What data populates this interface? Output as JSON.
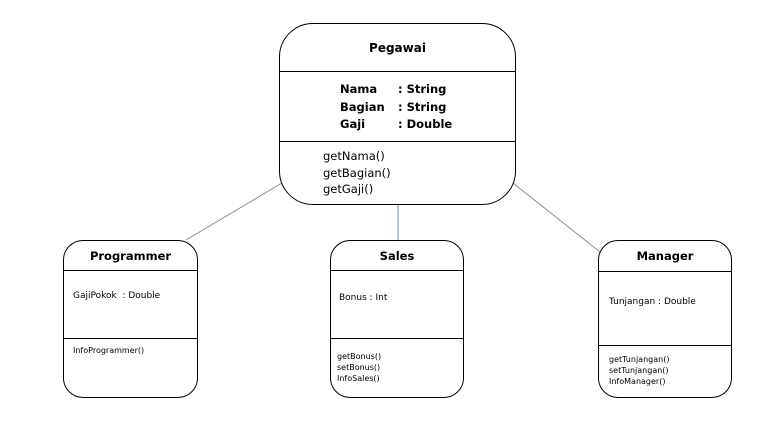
{
  "classes": {
    "pegawai": {
      "name": "Pegawai",
      "attributes": [
        {
          "name": "Nama",
          "type": ": String"
        },
        {
          "name": "Bagian",
          "type": ": String"
        },
        {
          "name": "Gaji",
          "type": ": Double"
        }
      ],
      "methods": [
        "getNama()",
        "getBagian()",
        "getGaji()"
      ]
    },
    "programmer": {
      "name": "Programmer",
      "attribute": "GajiPokok  : Double",
      "methods": [
        "InfoProgrammer()"
      ]
    },
    "sales": {
      "name": "Sales",
      "attribute": "Bonus : Int",
      "methods": [
        "getBonus()",
        "setBonus()",
        "InfoSales()"
      ]
    },
    "manager": {
      "name": "Manager",
      "attribute": "Tunjangan : Double",
      "methods": [
        "getTunjangan()",
        "setTunjangan()",
        "InfoManager()"
      ]
    }
  },
  "colors": {
    "link_gray": "#8c8c8c",
    "link_blue": "#6fa8dc"
  }
}
